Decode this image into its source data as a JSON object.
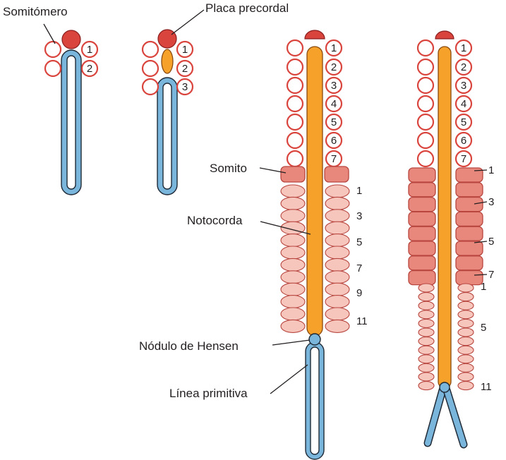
{
  "labels": {
    "somitomero": "Somitómero",
    "placa_precordal": "Placa precordal",
    "somito": "Somito",
    "notocorda": "Notocorda",
    "nodulo": "Nódulo de Hensen",
    "linea": "Línea primitiva"
  },
  "stage1": {
    "ring_numbers": [
      "1",
      "2"
    ]
  },
  "stage2": {
    "ring_numbers": [
      "1",
      "2",
      "3"
    ]
  },
  "stage3": {
    "ring_numbers": [
      "1",
      "2",
      "3",
      "4",
      "5",
      "6",
      "7"
    ],
    "somite_numbers": [
      "1",
      "3",
      "5",
      "7",
      "9",
      "11"
    ]
  },
  "stage4": {
    "ring_numbers": [
      "1",
      "2",
      "3",
      "4",
      "5",
      "6",
      "7"
    ],
    "somite_numbers": [
      "1",
      "3",
      "5",
      "7"
    ],
    "caudal_numbers": [
      "1",
      "5",
      "11"
    ]
  },
  "colors": {
    "somitomere_ring": "#d9443d",
    "prechordal_plate": "#d9443d",
    "somite": "#e8887d",
    "segmental_plate": "#f6c6bd",
    "notochord": "#f6a12a",
    "primitive_streak": "#7ab5dc"
  }
}
